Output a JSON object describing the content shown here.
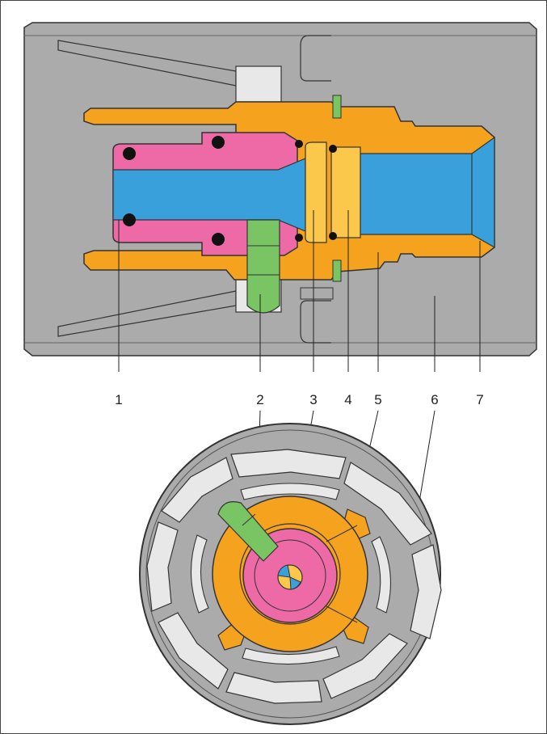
{
  "callouts": [
    {
      "id": "1",
      "text": "1"
    },
    {
      "id": "2",
      "text": "2"
    },
    {
      "id": "3",
      "text": "3"
    },
    {
      "id": "4",
      "text": "4"
    },
    {
      "id": "5",
      "text": "5"
    },
    {
      "id": "6",
      "text": "6"
    },
    {
      "id": "7",
      "text": "7"
    }
  ],
  "colors": {
    "housing": "#ababab",
    "body_orange": "#f5a31e",
    "insert_pink": "#ee6aa6",
    "bore_blue": "#3aa0db",
    "valve_yellow": "#fcc84c",
    "pin_green": "#79c463",
    "slot_light": "#e8e8e8",
    "outline": "#333333"
  }
}
